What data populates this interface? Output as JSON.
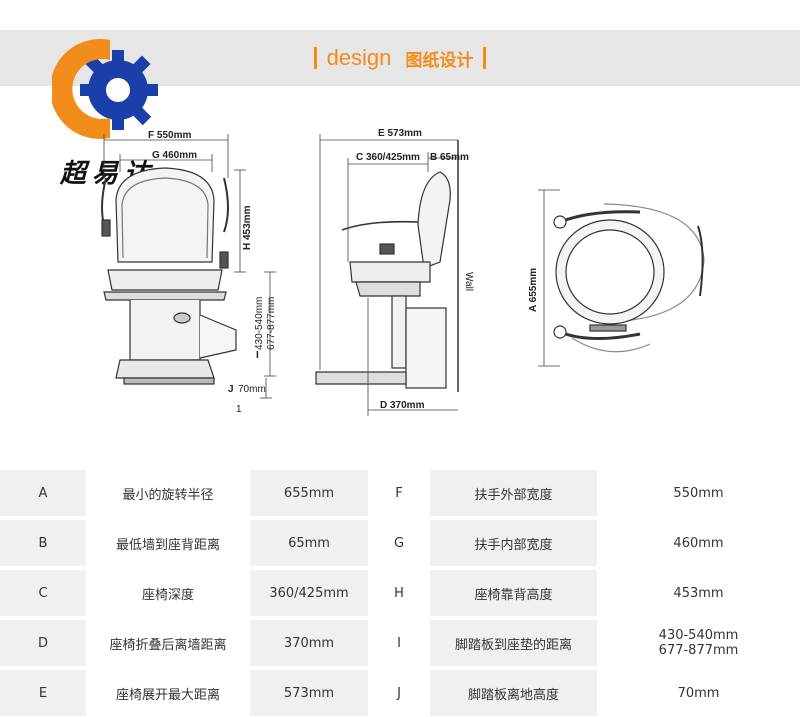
{
  "header": {
    "title_en": "design",
    "title_cn": "图纸设计"
  },
  "brand": {
    "logo_text": "超易达",
    "accent_color": "#f28c1a",
    "logo_blue": "#1a3fa8"
  },
  "drawing_labels": {
    "front": {
      "F": "F 550mm",
      "G": "G 460mm",
      "H": "H 453mm",
      "I1": "430-540mm",
      "I2": "677-877mm",
      "I": "I",
      "J": "J",
      "J_val": "70mm",
      "one": "1"
    },
    "side": {
      "E": "E 573mm",
      "C": "C 360/425mm",
      "B": "B 65mm",
      "D": "D 370mm",
      "wall": "Wall"
    },
    "top": {
      "A": "A 655mm"
    }
  },
  "spec_table": {
    "rows": [
      {
        "key1": "A",
        "desc1": "最小的旋转半径",
        "val1": "655mm",
        "key2": "F",
        "desc2": "扶手外部宽度",
        "val2": "550mm"
      },
      {
        "key1": "B",
        "desc1": "最低墙到座背距离",
        "val1": "65mm",
        "key2": "G",
        "desc2": "扶手内部宽度",
        "val2": "460mm"
      },
      {
        "key1": "C",
        "desc1": "座椅深度",
        "val1": "360/425mm",
        "key2": "H",
        "desc2": "座椅靠背高度",
        "val2": "453mm"
      },
      {
        "key1": "D",
        "desc1": "座椅折叠后离墙距离",
        "val1": "370mm",
        "key2": "I",
        "desc2": "脚踏板到座垫的距离",
        "val2": "430-540mm",
        "val2b": "677-877mm"
      },
      {
        "key1": "E",
        "desc1": "座椅展开最大距离",
        "val1": "573mm",
        "key2": "J",
        "desc2": "脚踏板离地高度",
        "val2": "70mm"
      }
    ]
  }
}
